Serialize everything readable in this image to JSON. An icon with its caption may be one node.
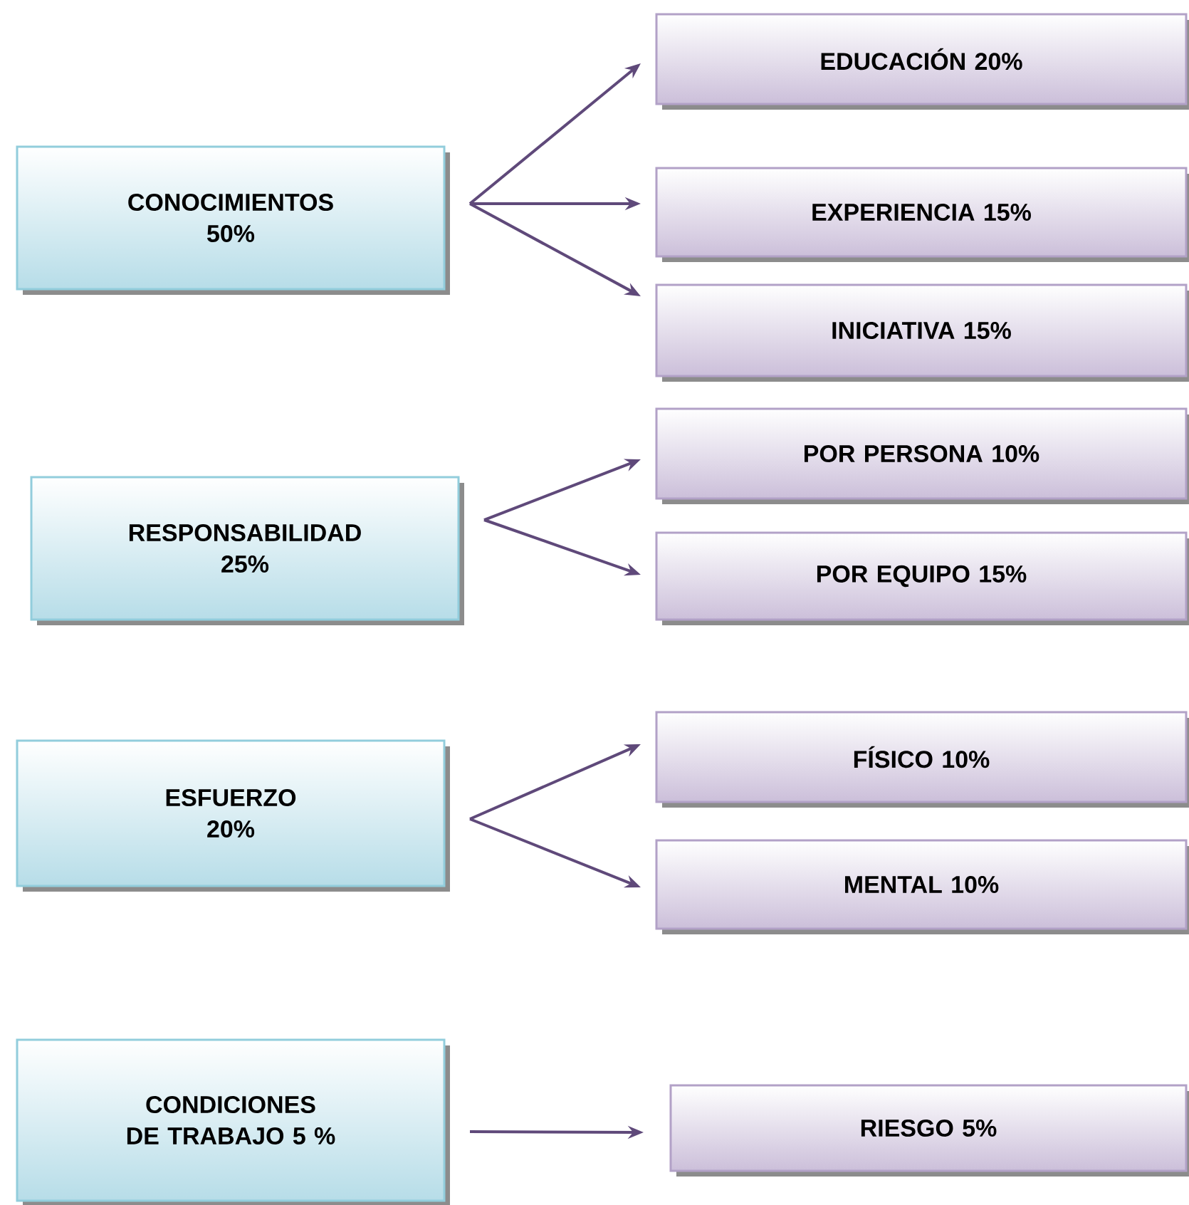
{
  "diagram": {
    "nodes": [
      {
        "text": [
          "CONOCIMIENTOS 50%"
        ]
      },
      {
        "text": [
          "EDUCACIÓN  20%"
        ]
      },
      {
        "text": [
          "EXPERIENCIA 15%"
        ]
      },
      {
        "text": [
          "INICIATIVA  15%"
        ]
      },
      {
        "text": [
          "RESPONSABILIDAD 25%"
        ]
      },
      {
        "text": [
          "POR PERSONA  10%"
        ]
      },
      {
        "text": [
          "POR EQUIPO  15%"
        ]
      },
      {
        "text": [
          "ESFUERZO 20%"
        ]
      },
      {
        "text": [
          "FÍSICO  10%"
        ]
      },
      {
        "text": [
          "MENTAL  10%"
        ]
      },
      {
        "text": [
          "CONDICIONES DE TRABAJO 5 %"
        ]
      },
      {
        "text": [
          "RIESGO  5%"
        ]
      }
    ],
    "edges": [
      {
        "from": 0,
        "to": 1,
        "arrow": "to"
      },
      {
        "from": 0,
        "to": 2,
        "arrow": "to"
      },
      {
        "from": 0,
        "to": 3,
        "arrow": "to"
      },
      {
        "from": 4,
        "to": 5,
        "arrow": "to"
      },
      {
        "from": 4,
        "to": 6,
        "arrow": "to"
      },
      {
        "from": 7,
        "to": 8,
        "arrow": "to"
      },
      {
        "from": 7,
        "to": 9,
        "arrow": "to"
      },
      {
        "from": 10,
        "to": 11,
        "arrow": "to"
      }
    ]
  }
}
